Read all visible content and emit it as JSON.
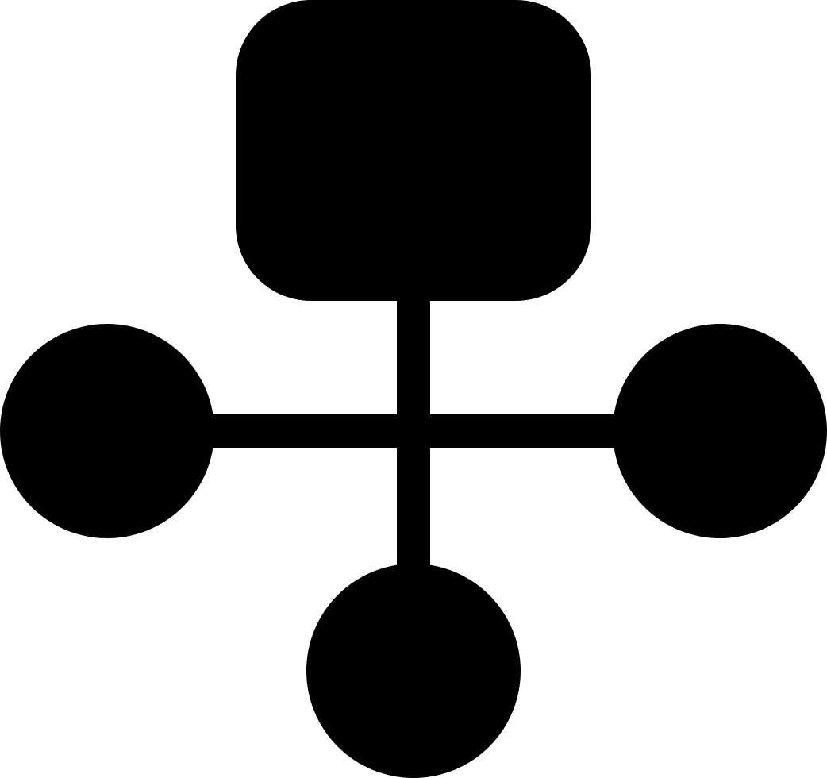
{
  "icon": {
    "name": "network-hierarchy-icon",
    "color": "#000000",
    "background": "#ffffff",
    "nodes": [
      "top-box",
      "left-circle",
      "right-circle",
      "bottom-circle"
    ]
  }
}
